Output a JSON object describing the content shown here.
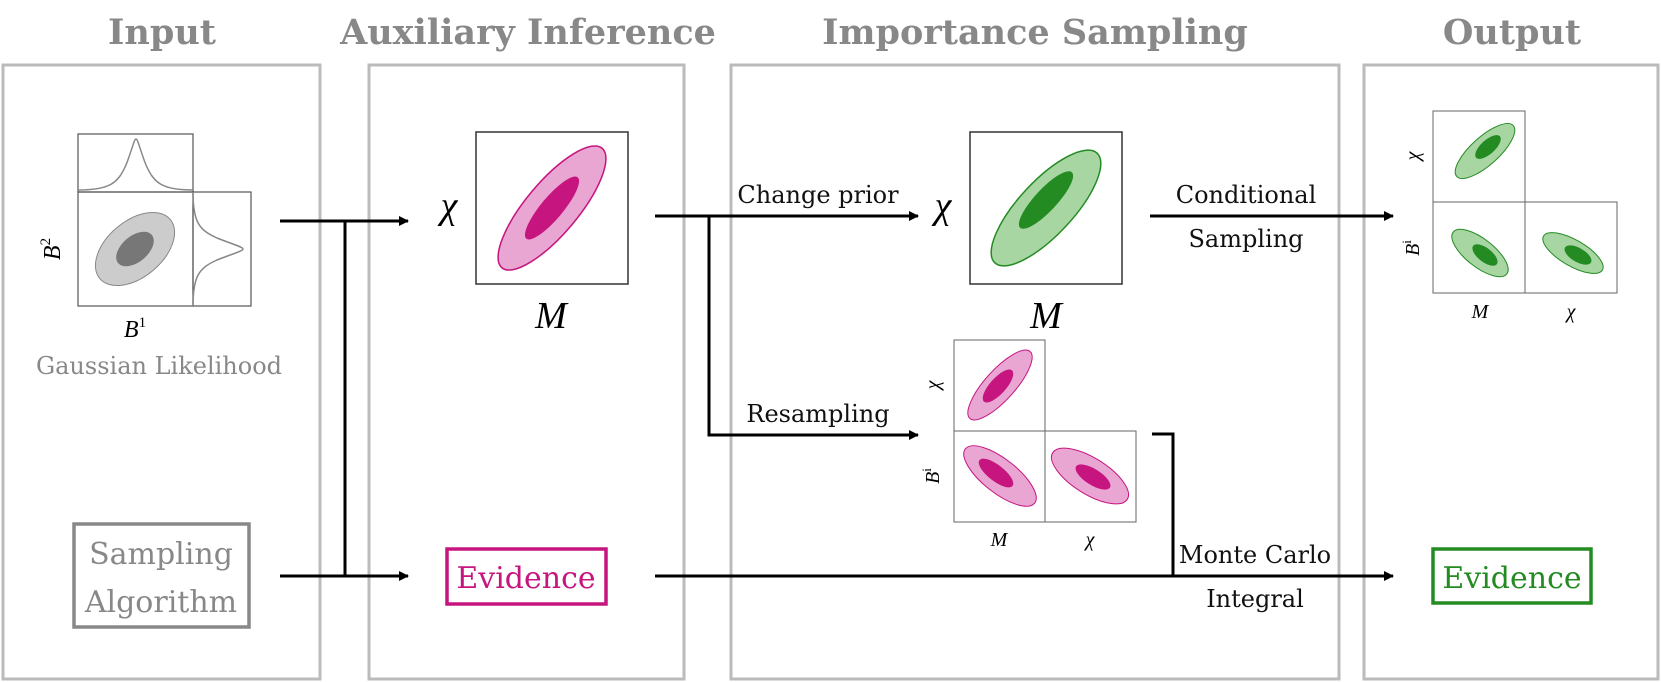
{
  "colors": {
    "panel_border": "#bbbbbb",
    "title_gray": "#888888",
    "magenta": "#c6157f",
    "magenta_light": "#eaa6d3",
    "green": "#238b22",
    "green_light": "#a7d6a3",
    "gray_dark": "#777777",
    "gray_light": "#cccccc"
  },
  "columns": [
    {
      "title": "Input"
    },
    {
      "title": "Auxiliary Inference"
    },
    {
      "title": "Importance Sampling"
    },
    {
      "title": "Output"
    }
  ],
  "input": {
    "likelihood_label": "Gaussian Likelihood",
    "x_label": "B",
    "x_sup": "1",
    "y_label": "B",
    "y_sup": "2",
    "sampler_line1": "Sampling",
    "sampler_line2": "Algorithm"
  },
  "auxiliary": {
    "x_label": "M",
    "y_label": "χ",
    "evidence_label": "Evidence"
  },
  "importance": {
    "change_prior_label": "Change prior",
    "resampling_label": "Resampling",
    "x_label": "M",
    "y_label": "χ",
    "corner_x1": "M",
    "corner_x2": "χ",
    "corner_y1": "χ",
    "corner_y2": "B",
    "corner_y2_sup": "i"
  },
  "output": {
    "conditional_line1": "Conditional",
    "conditional_line2": "Sampling",
    "monte_carlo_line1": "Monte Carlo",
    "monte_carlo_line2": "Integral",
    "corner_x1": "M",
    "corner_x2": "χ",
    "corner_y1": "χ",
    "corner_y2": "B",
    "corner_y2_sup": "i",
    "evidence_label": "Evidence"
  }
}
